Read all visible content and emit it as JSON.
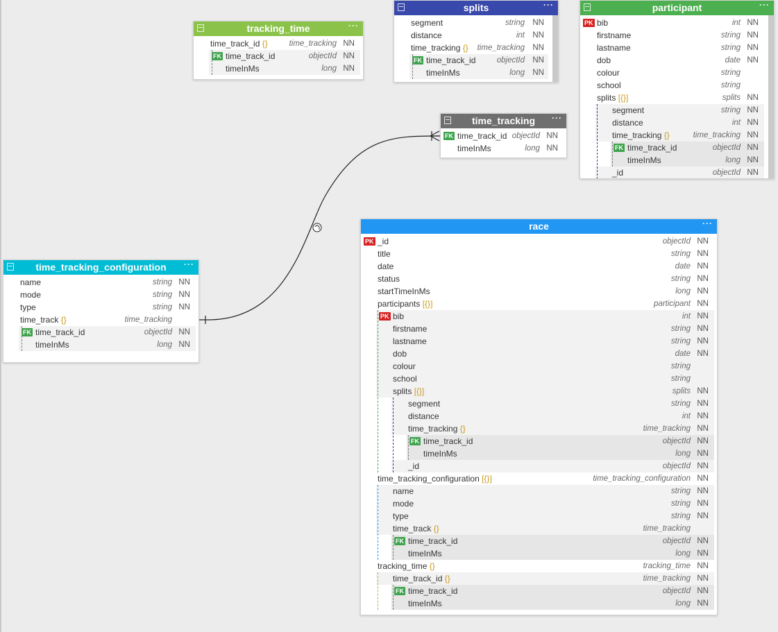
{
  "colors": {
    "tracking_time": "#8bc34a",
    "splits": "#3949ab",
    "participant": "#4caf50",
    "time_tracking": "#6f6f6f",
    "race": "#2196f3",
    "time_tracking_configuration": "#00bcd4",
    "brace": "#c99a18",
    "pk": "#d62222",
    "fk": "#3fa34d"
  },
  "icons": [
    "table-icon",
    "menu-dots-icon"
  ],
  "entities": {
    "tracking_time": {
      "title": "tracking_time",
      "menu": "···",
      "rows": [
        {
          "name": "time_track_id",
          "brace": "{}",
          "type": "time_tracking",
          "nn": "NN"
        },
        {
          "key": "FK",
          "name": "time_track_id",
          "type": "objectId",
          "nn": "NN"
        },
        {
          "name": "timeInMs",
          "type": "long",
          "nn": "NN"
        }
      ]
    },
    "splits": {
      "title": "splits",
      "menu": "···",
      "rows": [
        {
          "name": "segment",
          "type": "string",
          "nn": "NN"
        },
        {
          "name": "distance",
          "type": "int",
          "nn": "NN"
        },
        {
          "name": "time_tracking",
          "brace": "{}",
          "type": "time_tracking",
          "nn": "NN"
        },
        {
          "key": "FK",
          "name": "time_track_id",
          "type": "objectId",
          "nn": "NN"
        },
        {
          "name": "timeInMs",
          "type": "long",
          "nn": "NN"
        }
      ]
    },
    "participant": {
      "title": "participant",
      "menu": "···",
      "rows": [
        {
          "key": "PK",
          "name": "bib",
          "type": "int",
          "nn": "NN"
        },
        {
          "name": "firstname",
          "type": "string",
          "nn": "NN"
        },
        {
          "name": "lastname",
          "type": "string",
          "nn": "NN"
        },
        {
          "name": "dob",
          "type": "date",
          "nn": "NN"
        },
        {
          "name": "colour",
          "type": "string",
          "nn": ""
        },
        {
          "name": "school",
          "type": "string",
          "nn": ""
        },
        {
          "name": "splits",
          "brace": "[{}]",
          "type": "splits",
          "nn": "NN"
        },
        {
          "name": "segment",
          "type": "string",
          "nn": "NN"
        },
        {
          "name": "distance",
          "type": "int",
          "nn": "NN"
        },
        {
          "name": "time_tracking",
          "brace": "{}",
          "type": "time_tracking",
          "nn": "NN"
        },
        {
          "key": "FK",
          "name": "time_track_id",
          "type": "objectId",
          "nn": "NN"
        },
        {
          "name": "timeInMs",
          "type": "long",
          "nn": "NN"
        },
        {
          "name": "_id",
          "type": "objectId",
          "nn": "NN"
        }
      ]
    },
    "time_tracking": {
      "title": "time_tracking",
      "menu": "···",
      "rows": [
        {
          "key": "FK",
          "name": "time_track_id",
          "type": "objectId",
          "nn": "NN"
        },
        {
          "name": "timeInMs",
          "type": "long",
          "nn": "NN"
        }
      ]
    },
    "time_tracking_configuration": {
      "title": "time_tracking_configuration",
      "menu": "···",
      "rows": [
        {
          "name": "name",
          "type": "string",
          "nn": "NN"
        },
        {
          "name": "mode",
          "type": "string",
          "nn": "NN"
        },
        {
          "name": "type",
          "type": "string",
          "nn": "NN"
        },
        {
          "name": "time_track",
          "brace": "{}",
          "type": "time_tracking",
          "nn": ""
        },
        {
          "key": "FK",
          "name": "time_track_id",
          "type": "objectId",
          "nn": "NN"
        },
        {
          "name": "timeInMs",
          "type": "long",
          "nn": "NN"
        }
      ]
    },
    "race": {
      "title": "race",
      "menu": "···",
      "rows": [
        {
          "key": "PK",
          "name": "_id",
          "type": "objectId",
          "nn": "NN"
        },
        {
          "name": "title",
          "type": "string",
          "nn": "NN"
        },
        {
          "name": "date",
          "type": "date",
          "nn": "NN"
        },
        {
          "name": "status",
          "type": "string",
          "nn": "NN"
        },
        {
          "name": "startTimeInMs",
          "type": "long",
          "nn": "NN"
        },
        {
          "name": "participants",
          "brace": "[{}]",
          "type": "participant",
          "nn": "NN"
        },
        {
          "key": "PK",
          "name": "bib",
          "type": "int",
          "nn": "NN"
        },
        {
          "name": "firstname",
          "type": "string",
          "nn": "NN"
        },
        {
          "name": "lastname",
          "type": "string",
          "nn": "NN"
        },
        {
          "name": "dob",
          "type": "date",
          "nn": "NN"
        },
        {
          "name": "colour",
          "type": "string",
          "nn": ""
        },
        {
          "name": "school",
          "type": "string",
          "nn": ""
        },
        {
          "name": "splits",
          "brace": "[{}]",
          "type": "splits",
          "nn": "NN"
        },
        {
          "name": "segment",
          "type": "string",
          "nn": "NN"
        },
        {
          "name": "distance",
          "type": "int",
          "nn": "NN"
        },
        {
          "name": "time_tracking",
          "brace": "{}",
          "type": "time_tracking",
          "nn": "NN"
        },
        {
          "key": "FK",
          "name": "time_track_id",
          "type": "objectId",
          "nn": "NN"
        },
        {
          "name": "timeInMs",
          "type": "long",
          "nn": "NN"
        },
        {
          "name": "_id",
          "type": "objectId",
          "nn": "NN"
        },
        {
          "name": "time_tracking_configuration",
          "brace": "[{}]",
          "type": "time_tracking_configuration",
          "nn": "NN"
        },
        {
          "name": "name",
          "type": "string",
          "nn": "NN"
        },
        {
          "name": "mode",
          "type": "string",
          "nn": "NN"
        },
        {
          "name": "type",
          "type": "string",
          "nn": "NN"
        },
        {
          "name": "time_track",
          "brace": "{}",
          "type": "time_tracking",
          "nn": ""
        },
        {
          "key": "FK",
          "name": "time_track_id",
          "type": "objectId",
          "nn": "NN"
        },
        {
          "name": "timeInMs",
          "type": "long",
          "nn": "NN"
        },
        {
          "name": "tracking_time",
          "brace": "{}",
          "type": "tracking_time",
          "nn": "NN"
        },
        {
          "name": "time_track_id",
          "brace": "{}",
          "type": "time_tracking",
          "nn": "NN"
        },
        {
          "key": "FK",
          "name": "time_track_id",
          "type": "objectId",
          "nn": "NN"
        },
        {
          "name": "timeInMs",
          "type": "long",
          "nn": "NN"
        }
      ]
    }
  }
}
